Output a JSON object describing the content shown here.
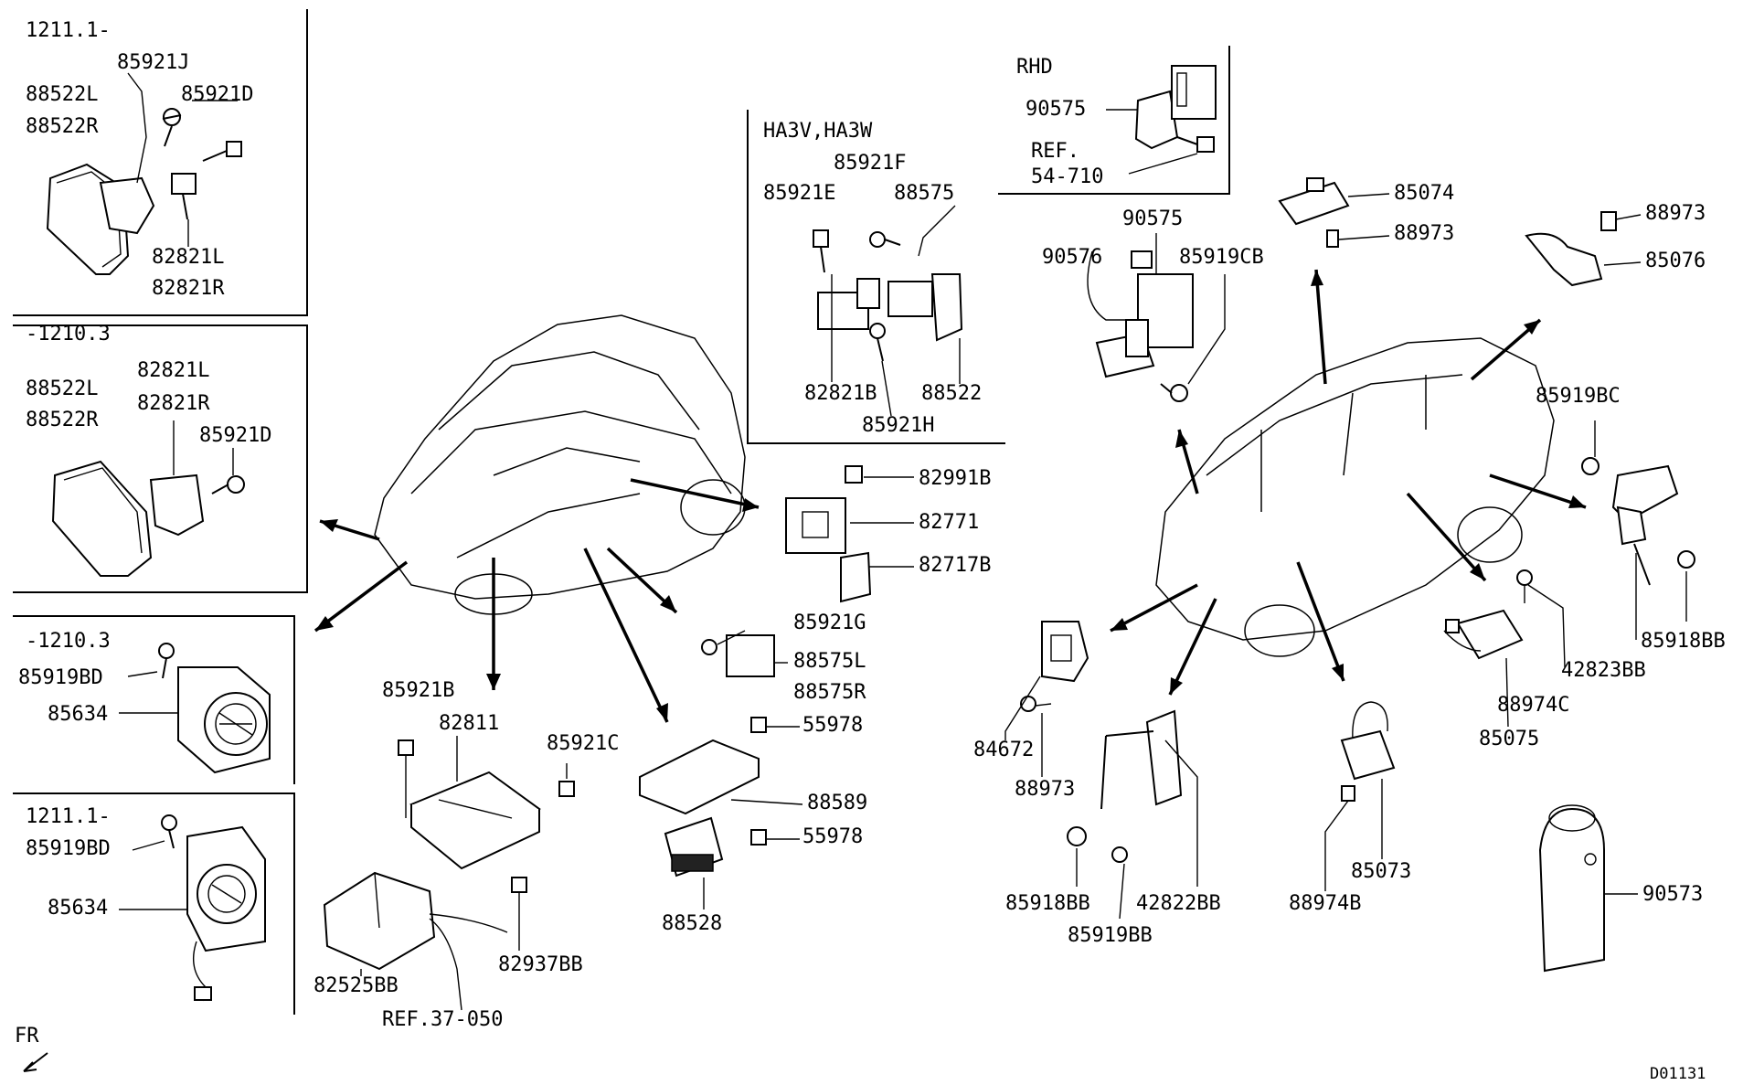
{
  "labels": {
    "s1_range": "1211.1-",
    "l_85921J": "85921J",
    "l_88522L_a": "88522L",
    "l_85921D_a": "85921D",
    "l_88522R_a": "88522R",
    "l_82821L_a": "82821L",
    "l_82821R_a": "82821R",
    "s2_range": "-1210.3",
    "l_82821L_b": "82821L",
    "l_88522L_b": "88522L",
    "l_82821R_b": "82821R",
    "l_85921D_b": "85921D",
    "l_88522R_b": "88522R",
    "s3_range": "-1210.3",
    "l_85919BD_a": "85919BD",
    "l_85634_a": "85634",
    "s4_range": "1211.1-",
    "l_85919BD_b": "85919BD",
    "l_85634_b": "85634",
    "ha_variant": "HA3V,HA3W",
    "l_85921F": "85921F",
    "l_85921E": "85921E",
    "l_88575": "88575",
    "l_82821B": "82821B",
    "l_88522": "88522",
    "l_85921H": "85921H",
    "rhd_variant": "RHD",
    "l_90575_a": "90575",
    "ref_5": "REF.",
    "ref_54710": "54-710",
    "l_90575_b": "90575",
    "l_90576": "90576",
    "l_85919CB": "85919CB",
    "l_85074": "85074",
    "l_88973_a": "88973",
    "l_88973_b": "88973",
    "l_85076": "85076",
    "l_82991B": "82991B",
    "l_82771": "82771",
    "l_82717B": "82717B",
    "l_85921G": "85921G",
    "l_88575L": "88575L",
    "l_88575R": "88575R",
    "l_85921B": "85921B",
    "l_82811": "82811",
    "l_85921C": "85921C",
    "l_55978_a": "55978",
    "l_88589": "88589",
    "l_55978_b": "55978",
    "l_88528": "88528",
    "l_82525BB": "82525BB",
    "l_82937BB": "82937BB",
    "ref_37050": "REF.37-050",
    "l_85919BC": "85919BC",
    "l_85918BB_a": "85918BB",
    "l_42823BB": "42823BB",
    "l_88974C": "88974C",
    "l_85075": "85075",
    "l_84672": "84672",
    "l_88973_c": "88973",
    "l_85918BB_b": "85918BB",
    "l_42822BB": "42822BB",
    "l_85919BB": "85919BB",
    "l_88974B": "88974B",
    "l_85073": "85073",
    "l_90573": "90573",
    "fr": "FR",
    "drawing_no": "D01131"
  },
  "colors": {
    "line": "#000000",
    "background": "#ffffff"
  }
}
